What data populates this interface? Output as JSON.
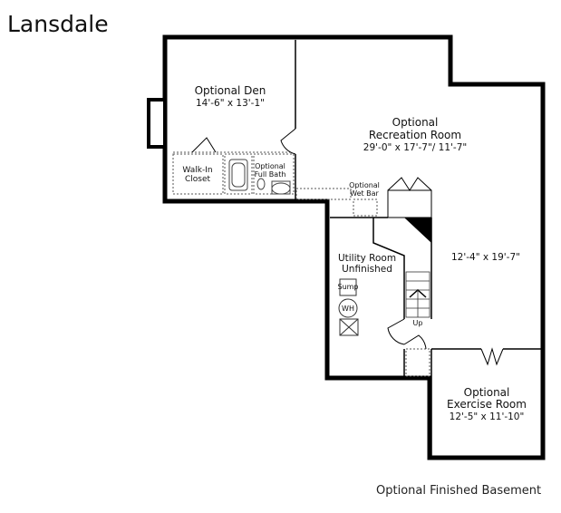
{
  "plan_name": "Lansdale",
  "caption": "Optional Finished Basement",
  "rooms": {
    "den": {
      "line1": "Optional Den",
      "dims": "14'-6\" x 13'-1\""
    },
    "recreation": {
      "line1": "Optional",
      "line2": "Recreation Room",
      "dims": "29'-0\" x 17'-7\"/ 11'-7\""
    },
    "recreation_extension": {
      "dims": "12'-4\" x 19'-7\""
    },
    "utility": {
      "line1": "Utility Room",
      "line2": "Unfinished"
    },
    "exercise": {
      "line1": "Optional",
      "line2": "Exercise Room",
      "dims": "12'-5\" x 11'-10\""
    },
    "closet": {
      "line1": "Walk-In",
      "line2": "Closet"
    },
    "bath": {
      "line1": "Optional",
      "line2": "Full Bath"
    },
    "wetbar": {
      "line1": "Optional",
      "line2": "Wet Bar"
    }
  },
  "fixtures": {
    "sump": "Sump",
    "water_heater": "WH",
    "stairs": "Up"
  }
}
